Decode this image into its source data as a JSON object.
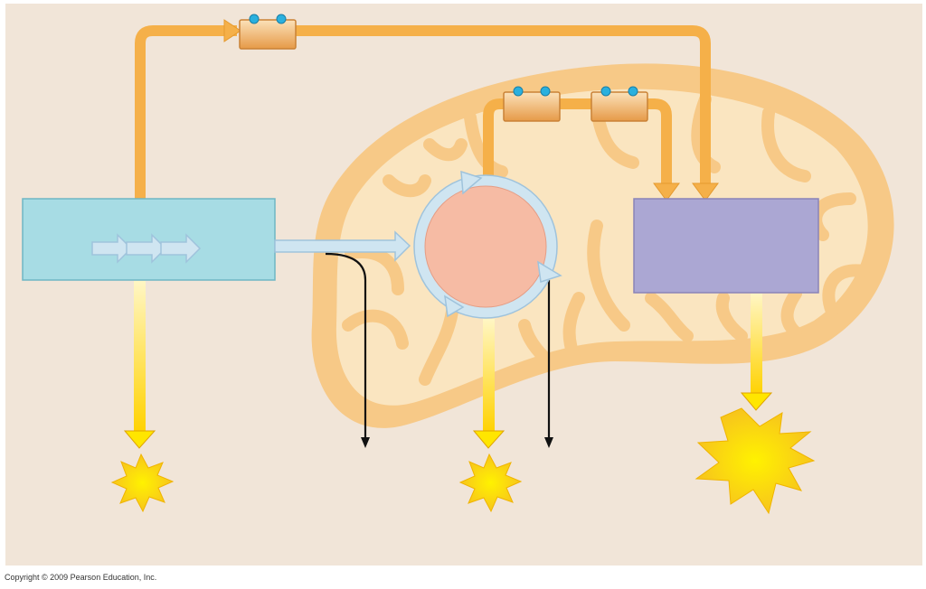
{
  "copyright": "Copyright © 2009 Pearson Education, Inc.",
  "colors": {
    "background": "#f1e5d8",
    "mitochondrion_outer": "#f7c987",
    "mitochondrion_inner": "#fae5c0",
    "flow_arrow": "#f5b049",
    "flow_arrow_stroke": "#e59a2f",
    "glycolysis_box": "#a7dce4",
    "krebs_circle": "#f6bba4",
    "krebs_ring": "#cfe5f1",
    "etc_box": "#aba7d3",
    "carrier_box": "#f0b46a",
    "electron_dot": "#2ab0de",
    "energy_burst": "#ffe600",
    "co2_arrow": "#111111"
  },
  "icons": [
    "glycolysis-box",
    "krebs-cycle-circle",
    "electron-transport-box",
    "nadh-carrier",
    "energy-burst",
    "co2-release-arrow"
  ]
}
